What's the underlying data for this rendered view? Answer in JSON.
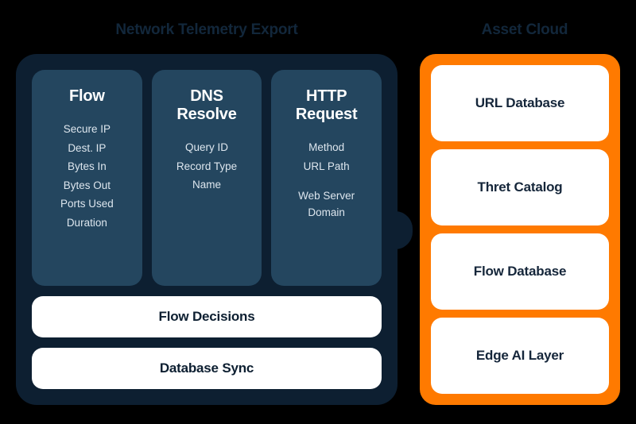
{
  "background_color": "#000000",
  "titles": {
    "left": "Network Telemetry Export",
    "right": "Asset Cloud"
  },
  "colors": {
    "panel_dark": "#0d1f31",
    "card_slate": "#24465f",
    "panel_orange": "#ff7a00",
    "card_white": "#ffffff",
    "title_text": "#12273b",
    "body_text": "#dde6ee"
  },
  "telemetry_panel": {
    "columns": [
      {
        "heading": "Flow",
        "fields": [
          {
            "label": "Secure IP",
            "spaced": false
          },
          {
            "label": "Dest. IP",
            "spaced": false
          },
          {
            "label": "Bytes In",
            "spaced": false
          },
          {
            "label": "Bytes Out",
            "spaced": false
          },
          {
            "label": "Ports Used",
            "spaced": false
          },
          {
            "label": "Duration",
            "spaced": false
          }
        ]
      },
      {
        "heading": "DNS\nResolve",
        "fields": [
          {
            "label": "Query ID",
            "spaced": false
          },
          {
            "label": "Record Type",
            "spaced": false
          },
          {
            "label": "Name",
            "spaced": false
          }
        ]
      },
      {
        "heading": "HTTP\nRequest",
        "fields": [
          {
            "label": "Method",
            "spaced": false
          },
          {
            "label": "URL Path",
            "spaced": false
          },
          {
            "label": "Web Server\nDomain",
            "spaced": true
          }
        ]
      }
    ],
    "bars": [
      {
        "label": "Flow Decisions"
      },
      {
        "label": "Database Sync"
      }
    ]
  },
  "asset_panel": {
    "cards": [
      {
        "label": "URL Database"
      },
      {
        "label": "Thret Catalog"
      },
      {
        "label": "Flow Database"
      },
      {
        "label": "Edge AI Layer"
      }
    ]
  }
}
